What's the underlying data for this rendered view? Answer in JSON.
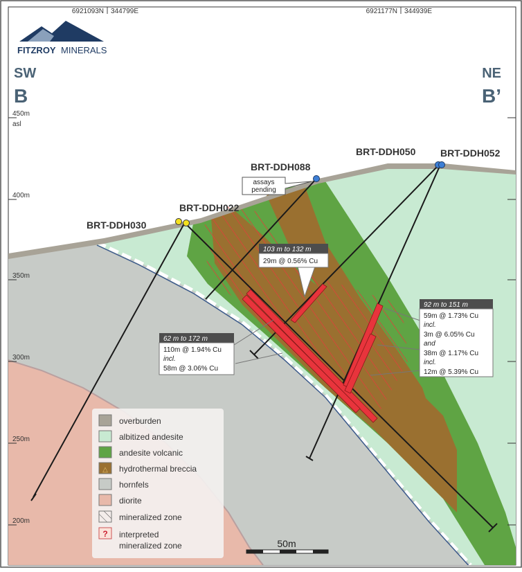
{
  "header": {
    "coord_left_north": "6921093N",
    "coord_left_east": "344799E",
    "coord_right_north": "6921177N",
    "coord_right_east": "344939E"
  },
  "logo": {
    "name_bold": "FITZROY",
    "name_rest": "MINERALS",
    "color_dark": "#1f3b63",
    "color_light": "#8aa0bb"
  },
  "section": {
    "dir_left": "SW",
    "label_left": "B",
    "dir_right": "NE",
    "label_right": "B’"
  },
  "elevations": {
    "e450": "450m",
    "asl": "asl",
    "e400": "400m",
    "e350": "350m",
    "e300": "300m",
    "e250": "250m",
    "e200": "200m"
  },
  "holes": {
    "ddh030": "BRT-DDH030",
    "ddh022": "BRT-DDH022",
    "ddh088": "BRT-DDH088",
    "ddh050": "BRT-DDH050",
    "ddh052": "BRT-DDH052"
  },
  "pending": {
    "line1": "assays",
    "line2": "pending"
  },
  "callouts": {
    "c088": {
      "head": "103 m to 132 m",
      "line1": "29m @ 0.56% Cu"
    },
    "c022": {
      "head": "62 m to 172 m",
      "line1": "110m @ 1.94% Cu",
      "line2": "incl.",
      "line3": "58m @ 3.06% Cu"
    },
    "c050": {
      "head": "92 m to 151 m",
      "line1": "59m @ 1.73% Cu",
      "line2": "incl.",
      "line3": "3m @ 6.05% Cu",
      "line4": "and",
      "line5": "38m @ 1.17% Cu",
      "line6": "incl.",
      "line7": "12m @ 5.39% Cu"
    }
  },
  "legend": {
    "items": [
      {
        "label": "overburden",
        "color": "#a8a397"
      },
      {
        "label": "albitized andesite",
        "color": "#c8ead2"
      },
      {
        "label": "andesite volcanic",
        "color": "#5fa444"
      },
      {
        "label": "hydrothermal breccia",
        "color": "#9a7030"
      },
      {
        "label": "hornfels",
        "color": "#c7cbc7"
      },
      {
        "label": "diorite",
        "color": "#e8b9aa"
      },
      {
        "label": "mineralized zone",
        "color": ""
      },
      {
        "label": "interpreted",
        "label2": "mineralized zone",
        "color": ""
      }
    ]
  },
  "scale": {
    "label": "50m"
  },
  "colors": {
    "intercept": "#e8343c",
    "drill_trace": "#1a1a1a",
    "collar_blue": "#3d7fd6",
    "collar_yellow": "#f4e11f",
    "callout_head": "#4d4d4d"
  }
}
